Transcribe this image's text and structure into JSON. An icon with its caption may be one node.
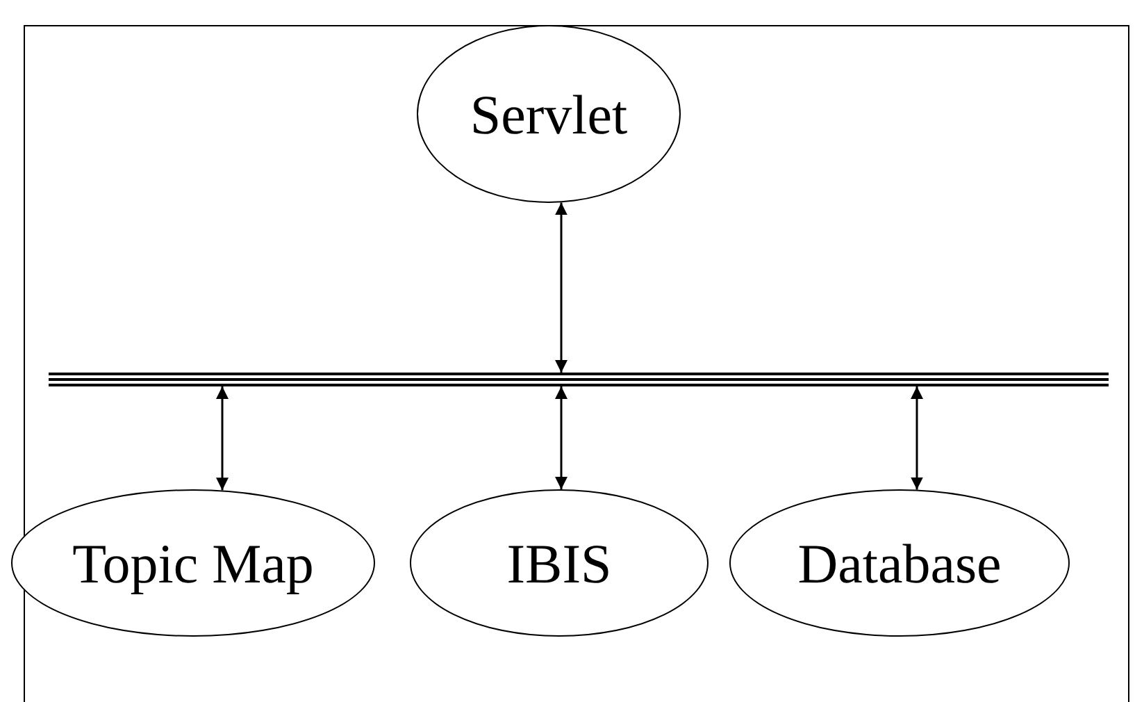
{
  "diagram": {
    "nodes": [
      {
        "text": [
          "Servlet"
        ]
      },
      {
        "text": [],
        "shape": "bar"
      },
      {
        "text": [
          "Topic Map"
        ]
      },
      {
        "text": [
          "IBIS"
        ]
      },
      {
        "text": [
          "Database"
        ]
      }
    ],
    "edges": [
      {
        "from": 0,
        "to": 1,
        "arrow": "both"
      },
      {
        "from": 1,
        "to": 2,
        "arrow": "both"
      },
      {
        "from": 1,
        "to": 3,
        "arrow": "both"
      },
      {
        "from": 1,
        "to": 4,
        "arrow": "both"
      }
    ]
  }
}
